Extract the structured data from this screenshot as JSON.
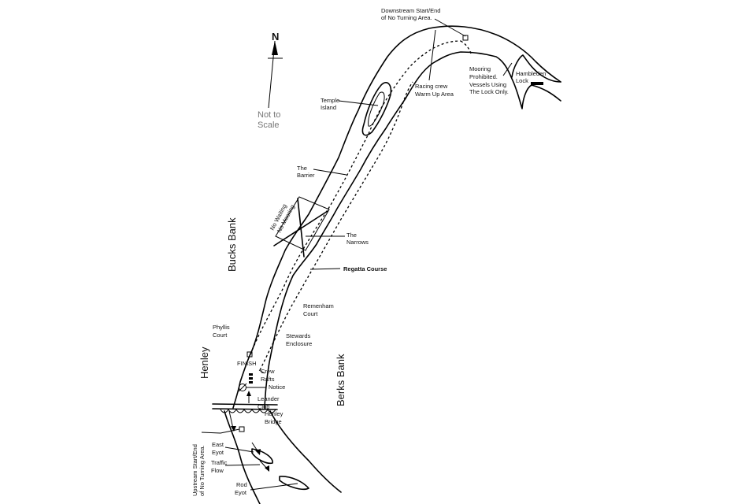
{
  "map": {
    "north_label": "N",
    "scale_note": [
      "Not to",
      "Scale"
    ],
    "banks": {
      "left": "Bucks Bank",
      "right": "Berks Bank"
    },
    "labels": {
      "downstream": [
        "Downstream Start/End",
        "of No Turning Area."
      ],
      "racing_crew": [
        "Racing crew",
        "Warm Up Area"
      ],
      "mooring": [
        "Mooring",
        "Prohibited.",
        "Vessels Using",
        "The Lock Only."
      ],
      "hambleden": [
        "Hambleden",
        "Lock"
      ],
      "temple": [
        "Temple",
        "Island"
      ],
      "barrier": [
        "The",
        "Barrier"
      ],
      "no_waiting": [
        "No Waiting",
        "No Mooring"
      ],
      "narrows": [
        "The",
        "Narrows"
      ],
      "regatta": "Regatta Course",
      "remenham": [
        "Remenham",
        "Court"
      ],
      "phyllis": [
        "Phyllis",
        "Court"
      ],
      "stewards": [
        "Stewards",
        "Enclosure"
      ],
      "henley": "Henley",
      "finish": "FINISH",
      "crew_rafts": [
        "Crew",
        "Rafts"
      ],
      "notice": "Notice",
      "leander": [
        "Leander",
        "Club"
      ],
      "henley_bridge": [
        "Henley",
        "Bridge"
      ],
      "upstream": [
        "Upstream Start/End",
        "of No Turning Area."
      ],
      "east_eyot": [
        "East",
        "Eyot"
      ],
      "traffic": [
        "Traffic",
        "Flow"
      ],
      "rod_eyot": [
        "Rod",
        "Eyot"
      ]
    }
  }
}
